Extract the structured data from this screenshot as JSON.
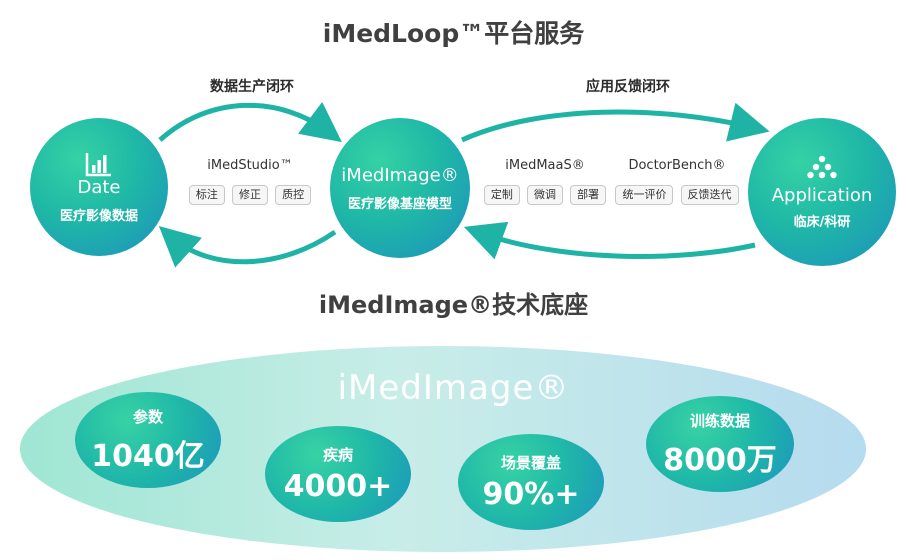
{
  "title_top": "iMedLoop™平台服务",
  "loop_left_label": "数据生产闭环",
  "loop_right_label": "应用反馈闭环",
  "nodes": {
    "date": {
      "title": "Date",
      "subtitle": "医疗影像数据",
      "icon": "bar-chart-icon"
    },
    "imedimage": {
      "title": "iMedImage®",
      "subtitle": "医疗影像基座模型"
    },
    "application": {
      "title": "Application",
      "subtitle": "临床/科研",
      "icon": "network-icon"
    }
  },
  "tools": {
    "studio": {
      "name": "iMedStudio™",
      "tags": [
        "标注",
        "修正",
        "质控"
      ]
    },
    "maas": {
      "name": "iMedMaaS®",
      "tags": [
        "定制",
        "微调",
        "部署"
      ]
    },
    "bench": {
      "name": "DoctorBench®",
      "tags": [
        "统一评价",
        "反馈迭代"
      ]
    }
  },
  "title_mid": "iMedImage®技术底座",
  "foundation": {
    "name": "iMedImage®",
    "stats": [
      {
        "label": "参数",
        "value": "1040亿"
      },
      {
        "label": "疾病",
        "value": "4000+"
      },
      {
        "label": "场景覆盖",
        "value": "90%+"
      },
      {
        "label": "训练数据",
        "value": "8000万"
      }
    ]
  },
  "colors": {
    "teal": "#1fb8a6",
    "blue": "#1c8fbf",
    "green": "#35d2a5",
    "title": "#404040"
  }
}
